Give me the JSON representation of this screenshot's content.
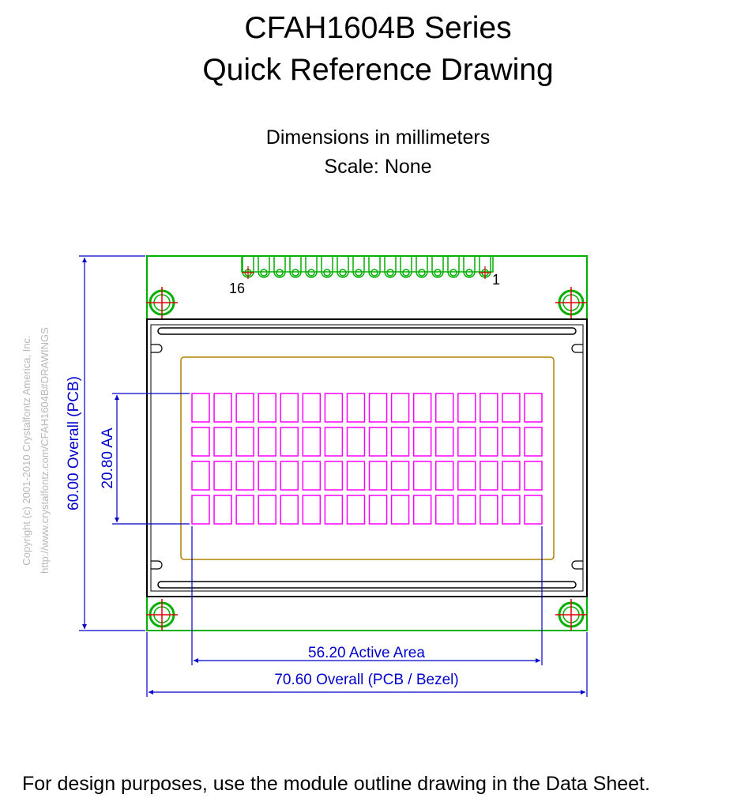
{
  "header": {
    "title_line1": "CFAH1604B Series",
    "title_line2": "Quick Reference Drawing",
    "units_note": "Dimensions in millimeters",
    "scale_note": "Scale: None"
  },
  "drawing": {
    "pin_labels": {
      "first": "1",
      "last": "16"
    },
    "pin_count": 16,
    "character_grid": {
      "columns": 16,
      "rows": 4
    },
    "dimensions": {
      "height_overall": "60.00 Overall (PCB)",
      "height_active": "20.80 AA",
      "width_active": "56.20 Active Area",
      "width_overall": "70.60 Overall (PCB / Bezel)"
    },
    "copyright": {
      "line1": "Copyright (c) 2001-2010 Crystalfontz America, Inc.",
      "line2": "http://www.crystalfontz.com/CFAH1604B#DRAWINGS"
    },
    "colors": {
      "pcb": "#00b000",
      "mount_hole": "#00b000",
      "crosshair": "#e00000",
      "bezel": "#000000",
      "viewing_area": "#b08000",
      "characters": "#ff00ff",
      "dimension": "#0000cc",
      "copyright": "#b8b8b8"
    }
  },
  "footer": {
    "note": "For design purposes, use the module outline drawing in the Data Sheet."
  }
}
